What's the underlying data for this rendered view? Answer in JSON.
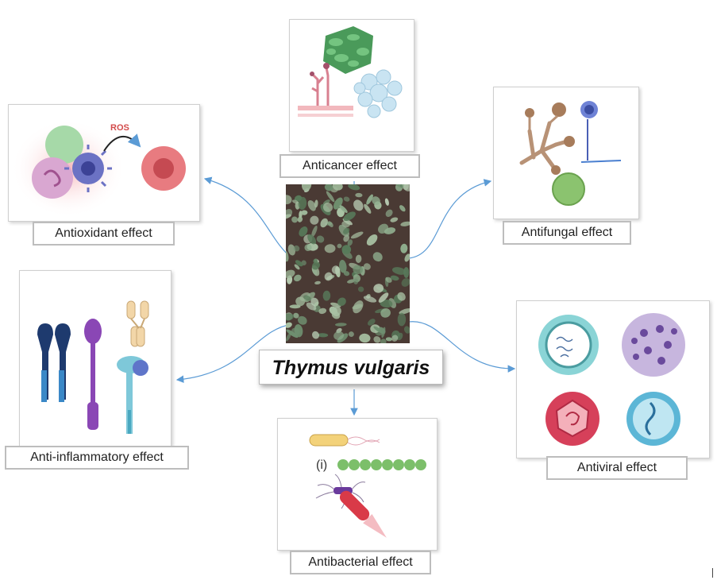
{
  "center": {
    "title": "Thymus vulgaris",
    "photo_icon": "thyme-plant-photo"
  },
  "effects": {
    "anticancer": {
      "label": "Anticancer effect",
      "icon": "tumor-cells-icon"
    },
    "antioxidant": {
      "label": "Antioxidant effect",
      "icon": "ros-cells-icon",
      "ros_text": "ROS"
    },
    "antifungal": {
      "label": "Antifungal effect",
      "icon": "fungi-icon"
    },
    "antiinflammatory": {
      "label": "Anti-inflammatory effect",
      "icon": "receptors-icon"
    },
    "antiviral": {
      "label": "Antiviral effect",
      "icon": "viruses-icon"
    },
    "antibacterial": {
      "label": "Antibacterial effect",
      "icon": "bacteria-icon",
      "marker": "(i)"
    }
  },
  "colors": {
    "arrow": "#5b9bd5",
    "label_border": "#bdbdbd"
  }
}
